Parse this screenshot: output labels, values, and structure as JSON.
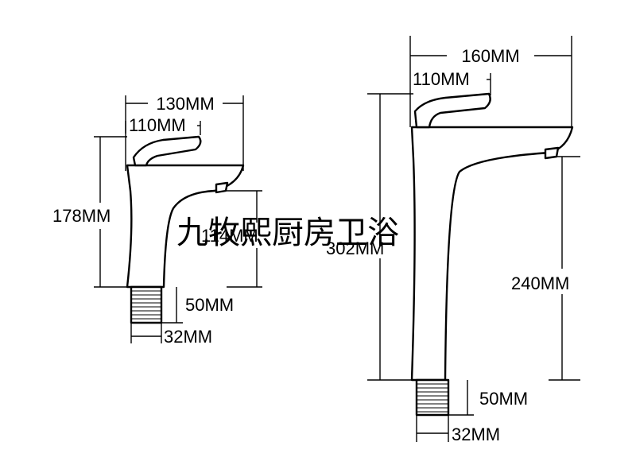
{
  "diagram": {
    "watermark": "九牧熙厨房卫浴",
    "small_faucet": {
      "width_label": "130MM",
      "handle_label": "110MM",
      "height_label": "178MM",
      "body_label": "114MM",
      "shank_label": "50MM",
      "diameter_label": "32MM"
    },
    "tall_faucet": {
      "width_label": "160MM",
      "handle_label": "110MM",
      "height_label": "302MM",
      "body_label": "240MM",
      "shank_label": "50MM",
      "diameter_label": "32MM"
    }
  }
}
